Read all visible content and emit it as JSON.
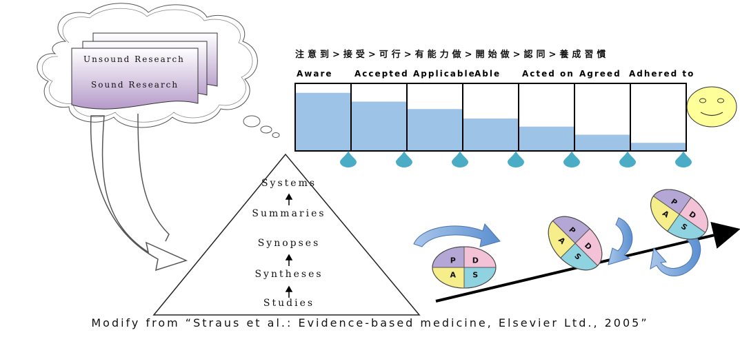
{
  "research_docs": {
    "line1": "Unsound Research",
    "line2": "Sound Research"
  },
  "chinese_header": "注意到>接受>可行>有能力做>開始做>認同>養成習慣",
  "stages": [
    {
      "label": "Aware",
      "level": 0.86
    },
    {
      "label": "Accepted",
      "level": 0.73
    },
    {
      "label": "Applicable",
      "level": 0.62
    },
    {
      "label": "Able",
      "level": 0.48
    },
    {
      "label": "Acted on",
      "level": 0.36
    },
    {
      "label": "Agreed",
      "level": 0.24
    },
    {
      "label": "Adhered to",
      "level": 0.12
    }
  ],
  "pyramid": [
    "Systems",
    "Summaries",
    "Synopses",
    "Syntheses",
    "Studies"
  ],
  "pdsa": [
    "P",
    "D",
    "A",
    "S"
  ],
  "citation": "Modify from “Straus et al.: Evidence-based medicine, Elsevier Ltd., 2005”",
  "colors": {
    "bar_fill": "#9dc3e6",
    "drop": "#4bacc6",
    "smiley": "#ffff99",
    "doc_gradient_start": "#ffffff",
    "doc_gradient_end": "#b59ac9",
    "p_segment": "#b4a7d6",
    "d_segment": "#f4c2d7",
    "a_segment": "#f6ee8a",
    "s_segment": "#8fd3e0",
    "curve_arrow": "#6d9dd1"
  },
  "icons": [
    "thought-cloud-icon",
    "document-stack-icon",
    "down-arrow-icon",
    "drop-icon",
    "smiley-face-icon",
    "circular-arrow-icon",
    "pdsa-wheel-icon",
    "trend-arrow-icon"
  ]
}
